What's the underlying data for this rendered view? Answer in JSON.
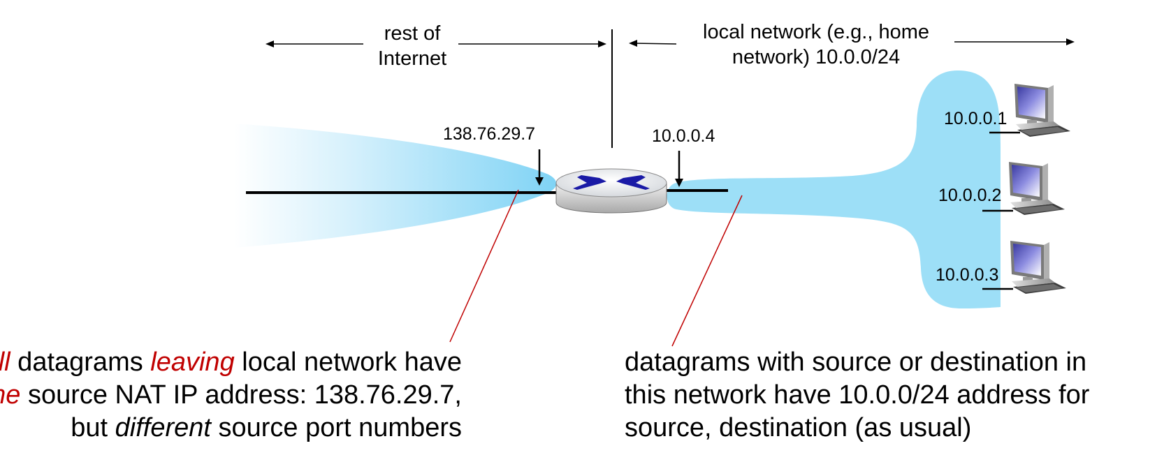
{
  "headers": {
    "rest_line1": "rest of",
    "rest_line2": "Internet",
    "local_line1": "local network (e.g., home",
    "local_line2": "network) 10.0.0/24"
  },
  "addresses": {
    "nat_public": "138.76.29.7",
    "nat_private": "10.0.0.4",
    "host1": "10.0.0.1",
    "host2": "10.0.0.2",
    "host3": "10.0.0.3"
  },
  "captions": {
    "left": {
      "line1": {
        "emph1": "all",
        "text1": " datagrams ",
        "emph2": "leaving",
        "text2": " local network have"
      },
      "line2": {
        "emph": "same",
        "text": " source NAT IP address: 138.76.29.7,"
      },
      "line3": {
        "text1": "but ",
        "emph": "different",
        "text2": " source port numbers"
      }
    },
    "right": {
      "line1": "datagrams with source or destination in",
      "line2": "this network have 10.0.0/24 address for",
      "line3": "source, destination (as usual)"
    }
  },
  "colors": {
    "cloud": "#9ddff7",
    "emphasis": "#c00000",
    "router_icon": "#1a1aa6",
    "pointer_line": "#c00000"
  },
  "icons": {
    "router": "router-icon",
    "computer": "desktop-computer-icon"
  }
}
